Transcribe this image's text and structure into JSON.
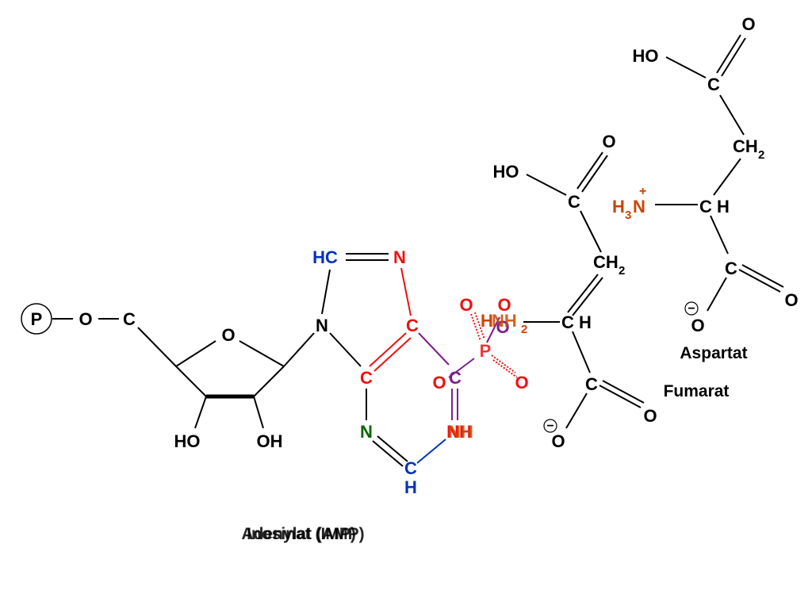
{
  "colors": {
    "black": "#000000",
    "blue": "#0033bb",
    "red": "#ee1111",
    "green": "#006600",
    "purple": "#7a1f8c",
    "orange": "#cc4400"
  },
  "labels": {
    "phosphate_circle": "P",
    "ribose_o_left": "O",
    "ribose_c5": "C",
    "ribose_o_ring": "O",
    "ribose_ho": "HO",
    "ribose_oh": "OH",
    "n9": "N",
    "hc8": "HC",
    "n7": "N",
    "c5": "C",
    "c4": "C",
    "n3": "N",
    "c2": "C",
    "h2": "H",
    "nh1": "NH",
    "c6": "C",
    "p_overlay": "P",
    "o_top_a": "O",
    "o_top_b": "O",
    "o_right": "O",
    "o_left": "O",
    "nh2_overlay": "NH",
    "nh2_sub": "2",
    "h_overlay": "H",
    "f_ho_top": "HO",
    "f_o_top": "O",
    "f_c_top": "C",
    "f_ch2": "CH",
    "f_ch2_sub": "2",
    "f_ch": "C H",
    "f_c_bottom": "C",
    "f_o_bottom_dbl": "O",
    "f_o_minus": "O",
    "a_ho_top": "HO",
    "a_o_top": "O",
    "a_c_top": "C",
    "a_ch2": "CH",
    "a_ch2_sub": "2",
    "a_h3n_h": "H",
    "a_h3n_sub": "3",
    "a_h3n_n": "N",
    "a_h3n_plus": "+",
    "a_ch": "C H",
    "a_c_bottom": "C",
    "a_o_right": "O",
    "a_o_minus": "O",
    "minus_sign": "−",
    "caption_aspartat": "Aspartat",
    "caption_fumarat": "Fumarat",
    "caption_inosinat": "Inosinat (IMP)",
    "caption_adenylat": "Adenylat (AMP)"
  }
}
